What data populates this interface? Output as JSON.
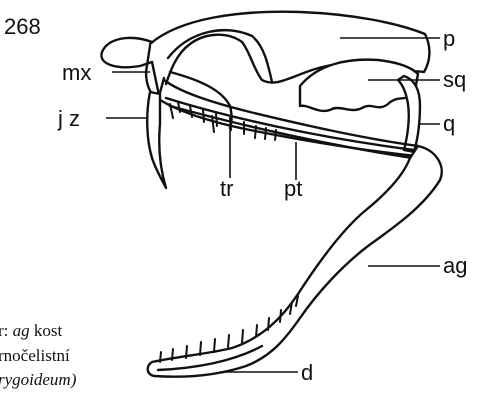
{
  "page_number": "268",
  "labels": {
    "p": "p",
    "sq": "sq",
    "q": "q",
    "ag": "ag",
    "d": "d",
    "mx": "mx",
    "jz": "j z",
    "tr": "tr",
    "pt": "pt"
  },
  "caption_fragments": {
    "line1_prefix": "r: ",
    "line1_term": "ag",
    "line1_suffix": " kost",
    "line2": "rnočelistní",
    "line3": "rygoideum)"
  }
}
